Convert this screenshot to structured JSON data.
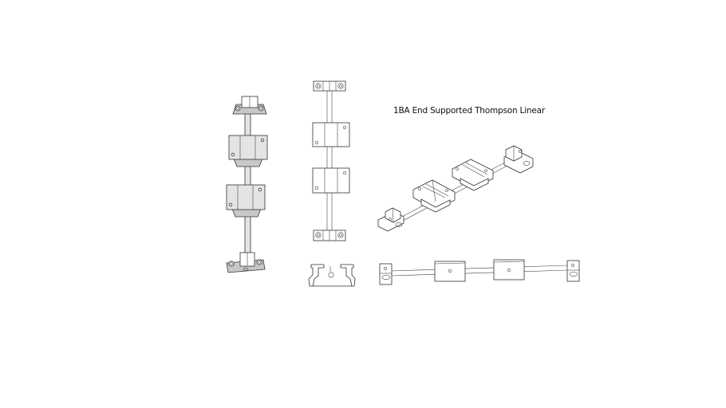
{
  "title": "1BA End Supported Thompson Linear",
  "views": [
    {
      "name": "shaded-vertical-view",
      "parts": [
        "end-support",
        "pillow-block",
        "pillow-block",
        "end-support"
      ]
    },
    {
      "name": "top-view-vertical",
      "parts": [
        "end-support",
        "pillow-block",
        "pillow-block",
        "end-support"
      ]
    },
    {
      "name": "end-section-view",
      "parts": [
        "end-support-profile"
      ]
    },
    {
      "name": "isometric-view",
      "parts": [
        "end-support",
        "pillow-block",
        "pillow-block",
        "end-support"
      ]
    },
    {
      "name": "side-view-horizontal",
      "parts": [
        "end-support",
        "pillow-block",
        "pillow-block",
        "end-support"
      ]
    }
  ],
  "colors": {
    "background": "#ffffff",
    "line": "#333333",
    "shade": "#c8c8c8"
  }
}
